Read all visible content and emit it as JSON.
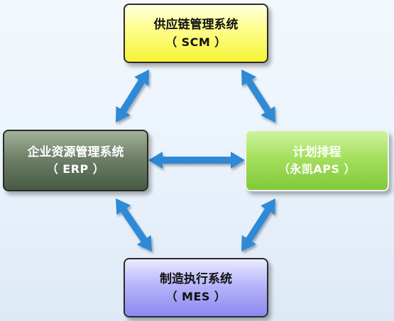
{
  "nodes": {
    "scm": {
      "line1": "供应链管理系统",
      "line2": "（ SCM ）"
    },
    "erp": {
      "line1": "企业资源管理系统",
      "line2": "（ ERP ）"
    },
    "aps": {
      "line1": "计划排程",
      "line2": "（永凯APS ）"
    },
    "mes": {
      "line1": "制造执行系统",
      "line2": "（ MES ）"
    }
  },
  "colors": {
    "arrow": "#2d8ad6",
    "scm": "#f6f235",
    "erp": "#5d6f58",
    "aps": "#8fd244",
    "mes": "#a9a6f6"
  },
  "connections": [
    {
      "from": "scm",
      "to": "erp",
      "direction": "bidirectional"
    },
    {
      "from": "scm",
      "to": "aps",
      "direction": "bidirectional"
    },
    {
      "from": "erp",
      "to": "aps",
      "direction": "bidirectional"
    },
    {
      "from": "erp",
      "to": "mes",
      "direction": "bidirectional"
    },
    {
      "from": "aps",
      "to": "mes",
      "direction": "bidirectional"
    }
  ]
}
